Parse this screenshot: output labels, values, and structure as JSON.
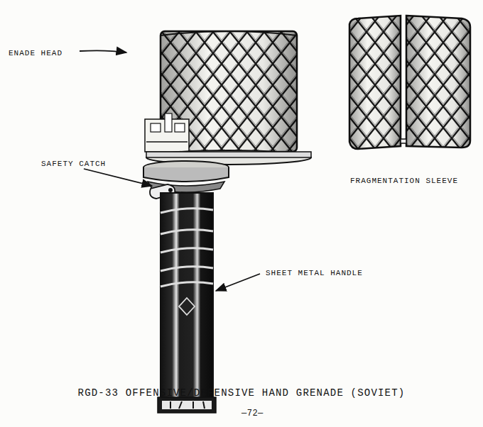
{
  "diagram": {
    "caption": "RGD-33 OFFENSIVE/DEFENSIVE HAND GRENADE (SOVIET)",
    "labels": [
      "ENADE HEAD",
      "SAFETY CATCH",
      "SHEET METAL HANDLE",
      "FRAGMENTATION SLEEVE",
      "—72—"
    ]
  }
}
